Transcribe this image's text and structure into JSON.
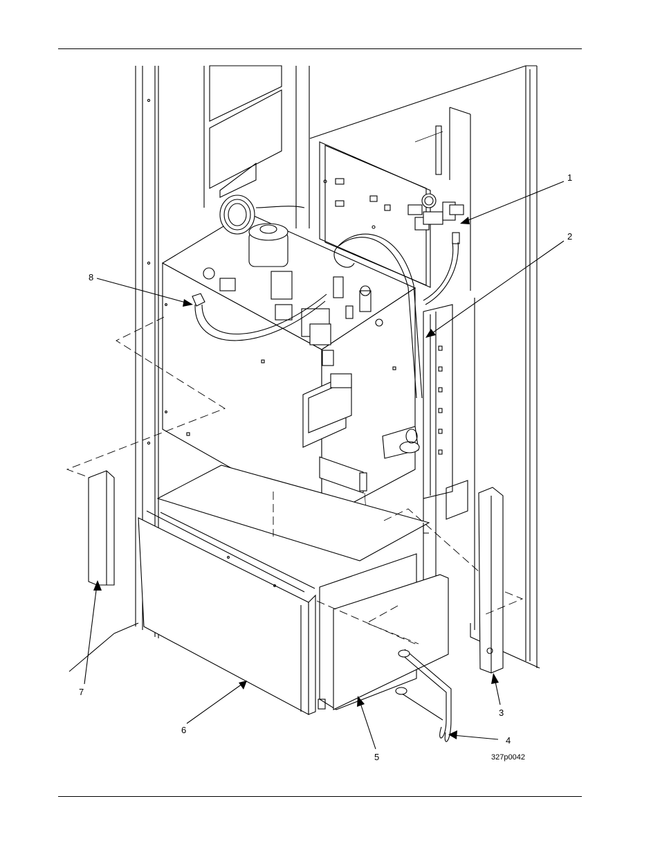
{
  "figure": {
    "id_label": "327p0042",
    "callouts": [
      {
        "label": "1"
      },
      {
        "label": "2"
      },
      {
        "label": "3"
      },
      {
        "label": "4"
      },
      {
        "label": "5"
      },
      {
        "label": "6"
      },
      {
        "label": "7"
      },
      {
        "label": "8"
      }
    ]
  }
}
